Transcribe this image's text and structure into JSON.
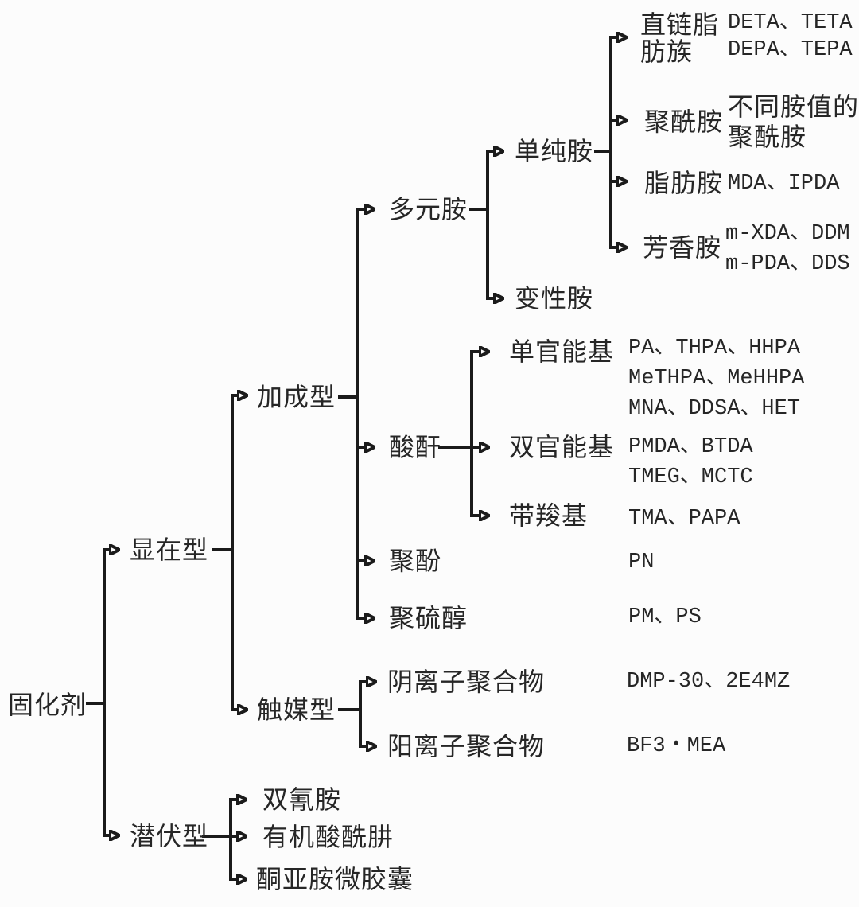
{
  "diagram_title": "固化剂",
  "nodes": {
    "curing_agent": {
      "label": "固化剂"
    },
    "apparent": {
      "label": "显在型"
    },
    "latent": {
      "label": "潜伏型"
    },
    "addition": {
      "label": "加成型"
    },
    "catalytic": {
      "label": "触媒型"
    },
    "polyamine": {
      "label": "多元胺"
    },
    "simple_amine": {
      "label": "单纯胺"
    },
    "modified_amine": {
      "label": "变性胺"
    },
    "linear_aliphatic": {
      "label": "直链脂肪族",
      "examples": [
        "DETA、TETA",
        "DEPA、TEPA"
      ]
    },
    "polyamide": {
      "label": "聚酰胺",
      "examples": [
        "不同胺值的聚酰胺"
      ]
    },
    "aliphatic_amine": {
      "label": "脂肪胺",
      "examples": [
        "MDA、IPDA"
      ]
    },
    "aromatic_amine": {
      "label": "芳香胺",
      "examples": [
        "m-XDA、DDM",
        "m-PDA、DDS"
      ]
    },
    "anhydride": {
      "label": "酸酐"
    },
    "monofunctional": {
      "label": "单官能基",
      "examples": [
        "PA、THPA、HHPA",
        "MeTHPA、MeHHPA",
        "MNA、DDSA、HET"
      ]
    },
    "bifunctional": {
      "label": "双官能基",
      "examples": [
        "PMDA、BTDA",
        "TMEG、MCTC"
      ]
    },
    "carboxyl": {
      "label": "带羧基",
      "examples": [
        "TMA、PAPA"
      ]
    },
    "polyphenol": {
      "label": "聚酚",
      "examples": [
        "PN"
      ]
    },
    "polymercaptan": {
      "label": "聚硫醇",
      "examples": [
        "PM、PS"
      ]
    },
    "anionic": {
      "label": "阴离子聚合物",
      "examples": [
        "DMP-30、2E4MZ"
      ]
    },
    "cationic": {
      "label": "阳离子聚合物",
      "examples": [
        "BF3・MEA"
      ]
    },
    "dicyandiamide": {
      "label": "双氰胺"
    },
    "hydrazide": {
      "label": "有机酸酰肼"
    },
    "ketimine": {
      "label": "酮亚胺微胶囊"
    }
  },
  "hierarchy": {
    "curing_agent": [
      "apparent",
      "latent"
    ],
    "apparent": [
      "addition",
      "catalytic"
    ],
    "addition": [
      "polyamine",
      "anhydride",
      "polyphenol",
      "polymercaptan"
    ],
    "polyamine": [
      "simple_amine",
      "modified_amine"
    ],
    "simple_amine": [
      "linear_aliphatic",
      "polyamide",
      "aliphatic_amine",
      "aromatic_amine"
    ],
    "anhydride": [
      "monofunctional",
      "bifunctional",
      "carboxyl"
    ],
    "catalytic": [
      "anionic",
      "cationic"
    ],
    "latent": [
      "dicyandiamide",
      "hydrazide",
      "ketimine"
    ]
  },
  "colors": {
    "line": "#1b1b1b",
    "text": "#262626",
    "background": "#fcfcfc"
  }
}
